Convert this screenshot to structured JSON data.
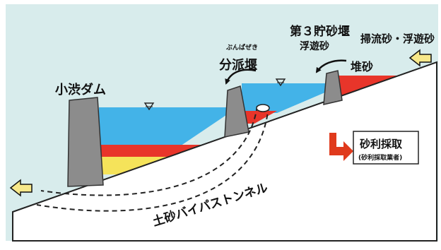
{
  "labels": {
    "koshibu_dam": "小渋ダム",
    "bunpa_weir": "分派堰",
    "bunpa_weir_ruby": "ぶんぱぜき",
    "third_weir_line1": "第３貯砂堰",
    "third_weir_line2": "浮遊砂",
    "inflow": "掃流砂・浮遊砂",
    "deposit": "堆砂",
    "tunnel": "土砂バイパストンネル",
    "gravel_title": "砂利採取",
    "gravel_sub": "(砂利採取業者)"
  },
  "colors": {
    "background": "#d8ecec",
    "water": "#43b3e8",
    "sediment_red": "#e8352a",
    "sediment_yellow": "#f5e35a",
    "dam_gray": "#8c8c8c",
    "arrow_yellow": "#f7e88a",
    "arrow_red": "#e03a1c"
  },
  "icons": {
    "water_level": "water-level-triangle-icon",
    "flow_left": "flow-arrow-left-icon",
    "flow_inflow": "flow-arrow-inflow-icon",
    "gravel_arrow": "red-bent-arrow-icon",
    "curved_arrow": "curved-arrow-icon"
  }
}
